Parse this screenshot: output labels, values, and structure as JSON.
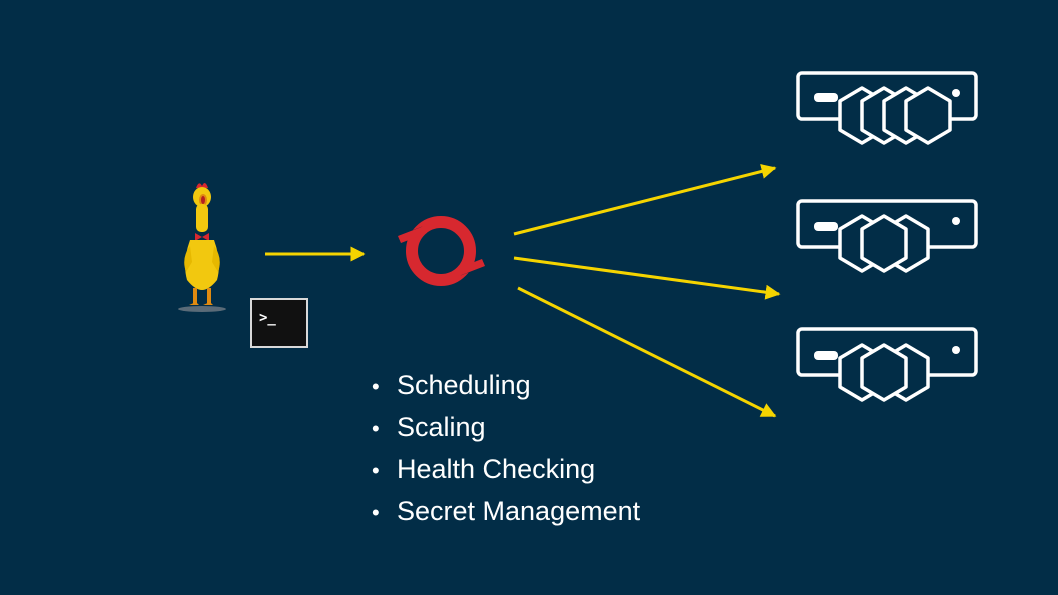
{
  "colors": {
    "background": "#022d47",
    "arrow": "#f5d400",
    "openshift_logo": "#d7282f",
    "server": "#ffffff",
    "text": "#ffffff",
    "terminal_bg": "#111111",
    "chicken": "#f2c80f"
  },
  "icons": {
    "user": "rubber-chicken-icon",
    "cli": "terminal-icon",
    "orchestrator": "openshift-logo-icon",
    "nodes": "server-with-containers-icon"
  },
  "terminal": {
    "prompt": ">_"
  },
  "features": [
    "Scheduling",
    "Scaling",
    "Health Checking",
    "Secret Management"
  ]
}
